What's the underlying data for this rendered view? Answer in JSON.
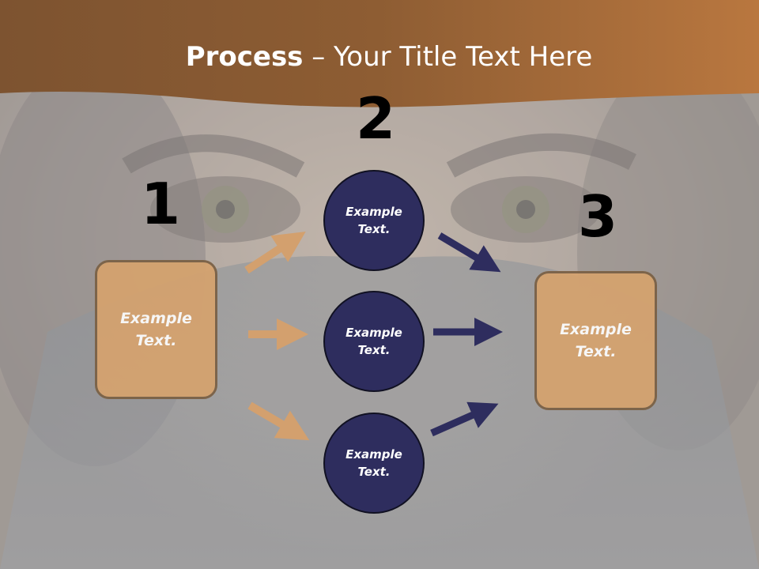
{
  "slide": {
    "title_bold": "Process",
    "title_rest": " – Your Title Text Here"
  },
  "steps": {
    "one": {
      "number": "1",
      "label": "Example Text."
    },
    "two": {
      "number": "2"
    },
    "three": {
      "number": "3",
      "label": "Example Text."
    }
  },
  "circles": [
    {
      "label": "Example Text."
    },
    {
      "label": "Example Text."
    },
    {
      "label": "Example Text."
    }
  ],
  "colors": {
    "header_band": "#a8693a",
    "box_fill": "#d6a36e",
    "circle_fill": "#2e2d5e",
    "tan_arrow": "#d3a06e",
    "navy_arrow": "#2e2d5e"
  }
}
